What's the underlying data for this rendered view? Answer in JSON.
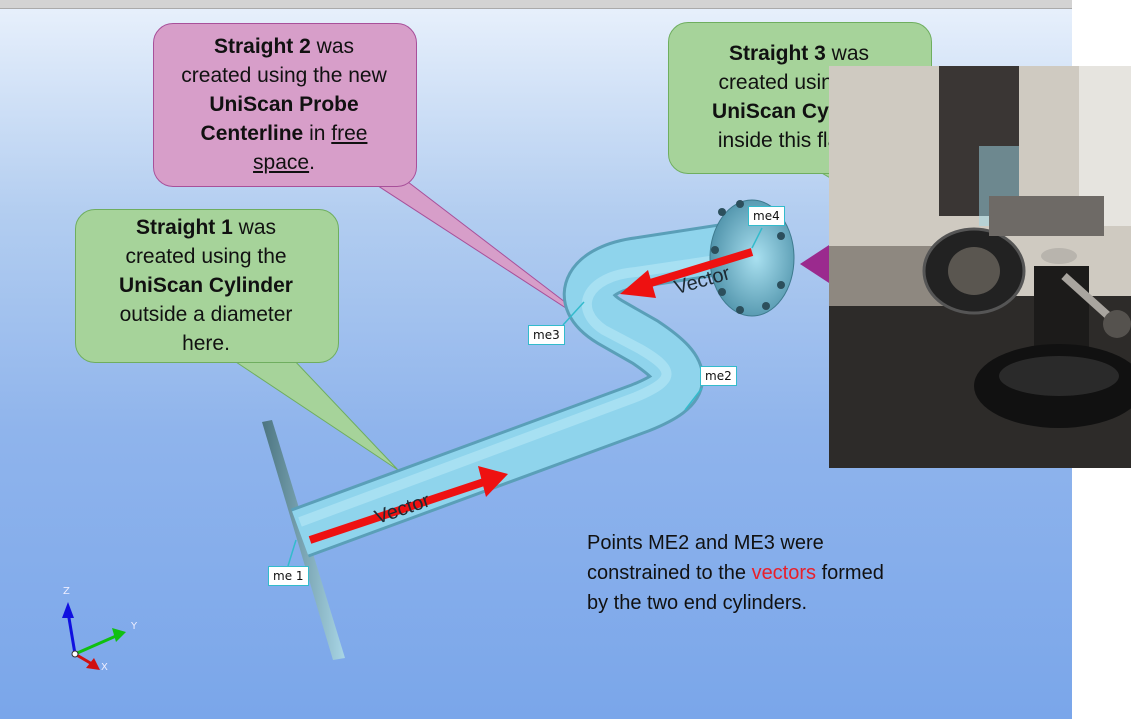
{
  "callouts": {
    "straight2": {
      "bold1": "Straight 2",
      "t1": " was",
      "t2": "created using the new",
      "bold2": "UniScan Probe",
      "bold3": "Centerline",
      "t3": " in ",
      "u1": "free",
      "u2": "space",
      "t4": "."
    },
    "straight1": {
      "bold1": "Straight 1",
      "t1": " was",
      "t2": "created using the",
      "bold2": "UniScan Cylinder",
      "t3": "outside a diameter",
      "t4": "here."
    },
    "straight3": {
      "bold1": "Straight 3",
      "t1": " was",
      "t2": "created using the",
      "bold2": "UniScan Cylinder",
      "t3": "inside this flange."
    }
  },
  "labels": {
    "me1": "me 1",
    "me2": "me2",
    "me3": "me3",
    "me4": "me4"
  },
  "vectors": {
    "upper": "Vector",
    "lower": "Vector"
  },
  "note": {
    "line1": "Points ME2 and ME3 were",
    "line2a": "constrained to the ",
    "line2red": "vectors",
    "line2b": " formed",
    "line3": "by the two end cylinders."
  },
  "triad": {
    "z": "Z",
    "y": "Y",
    "x": "X"
  },
  "colors": {
    "pipe": "#8fd4ec",
    "arrow_red": "#ee1111",
    "callout_green": "#a6d39a",
    "callout_pink": "#d79ec9",
    "purple_arrow": "#9b2a8e",
    "note_red": "#e8202a"
  }
}
